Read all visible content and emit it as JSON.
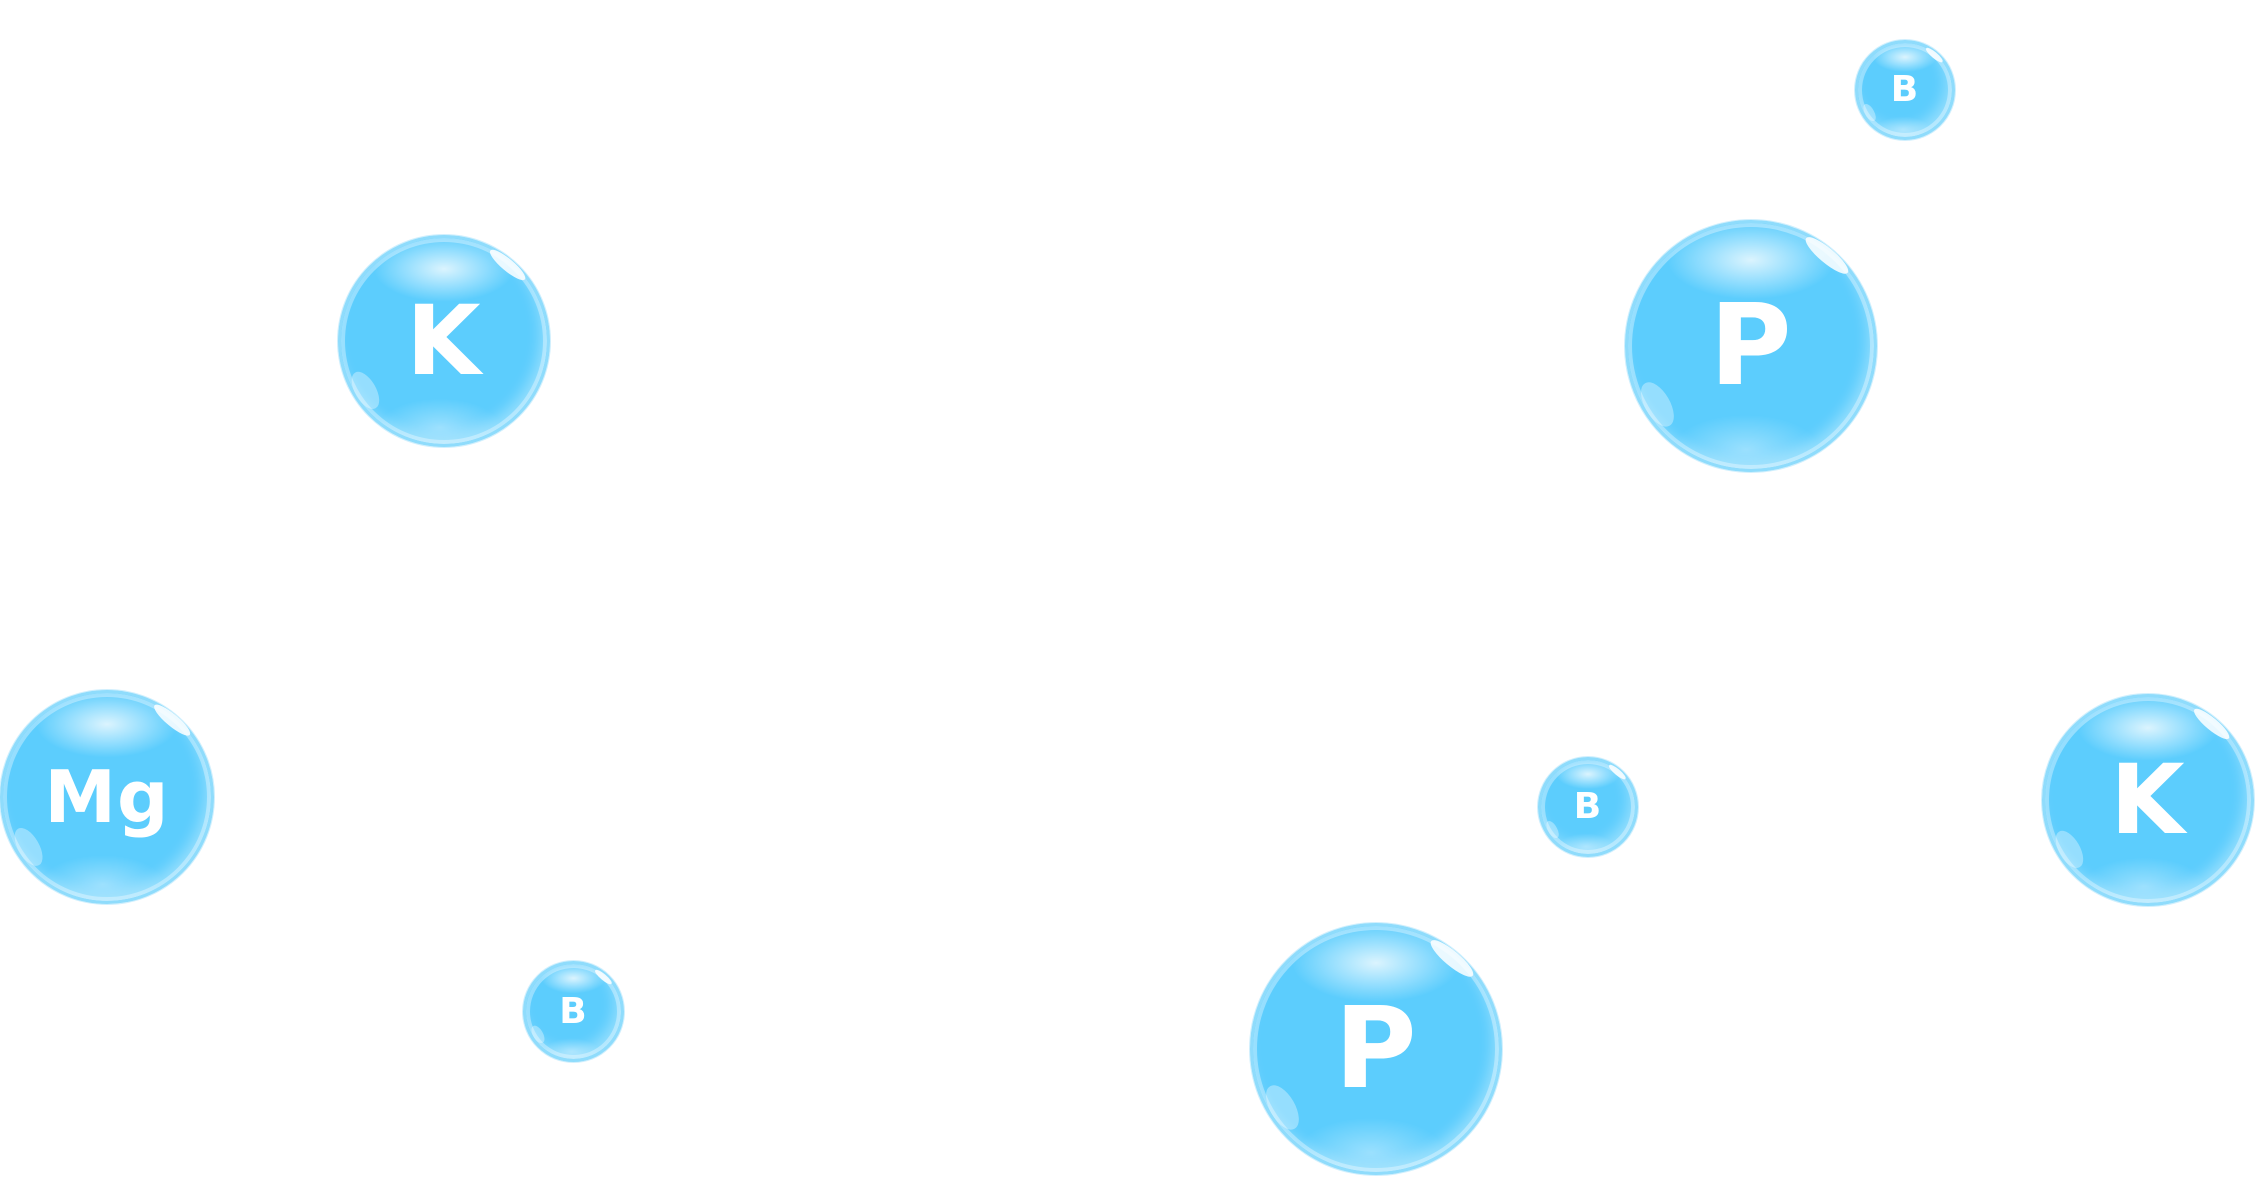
{
  "palette": {
    "bubble_fill": "#5ccdfd",
    "bubble_rim": "#8fdcfc",
    "label_color": "#ffffff",
    "background": "#ffffff"
  },
  "bubbles": [
    {
      "label": "K"
    },
    {
      "label": "P"
    },
    {
      "label": "B"
    },
    {
      "label": "Mg"
    },
    {
      "label": "B"
    },
    {
      "label": "K"
    },
    {
      "label": "B"
    },
    {
      "label": "P"
    }
  ]
}
